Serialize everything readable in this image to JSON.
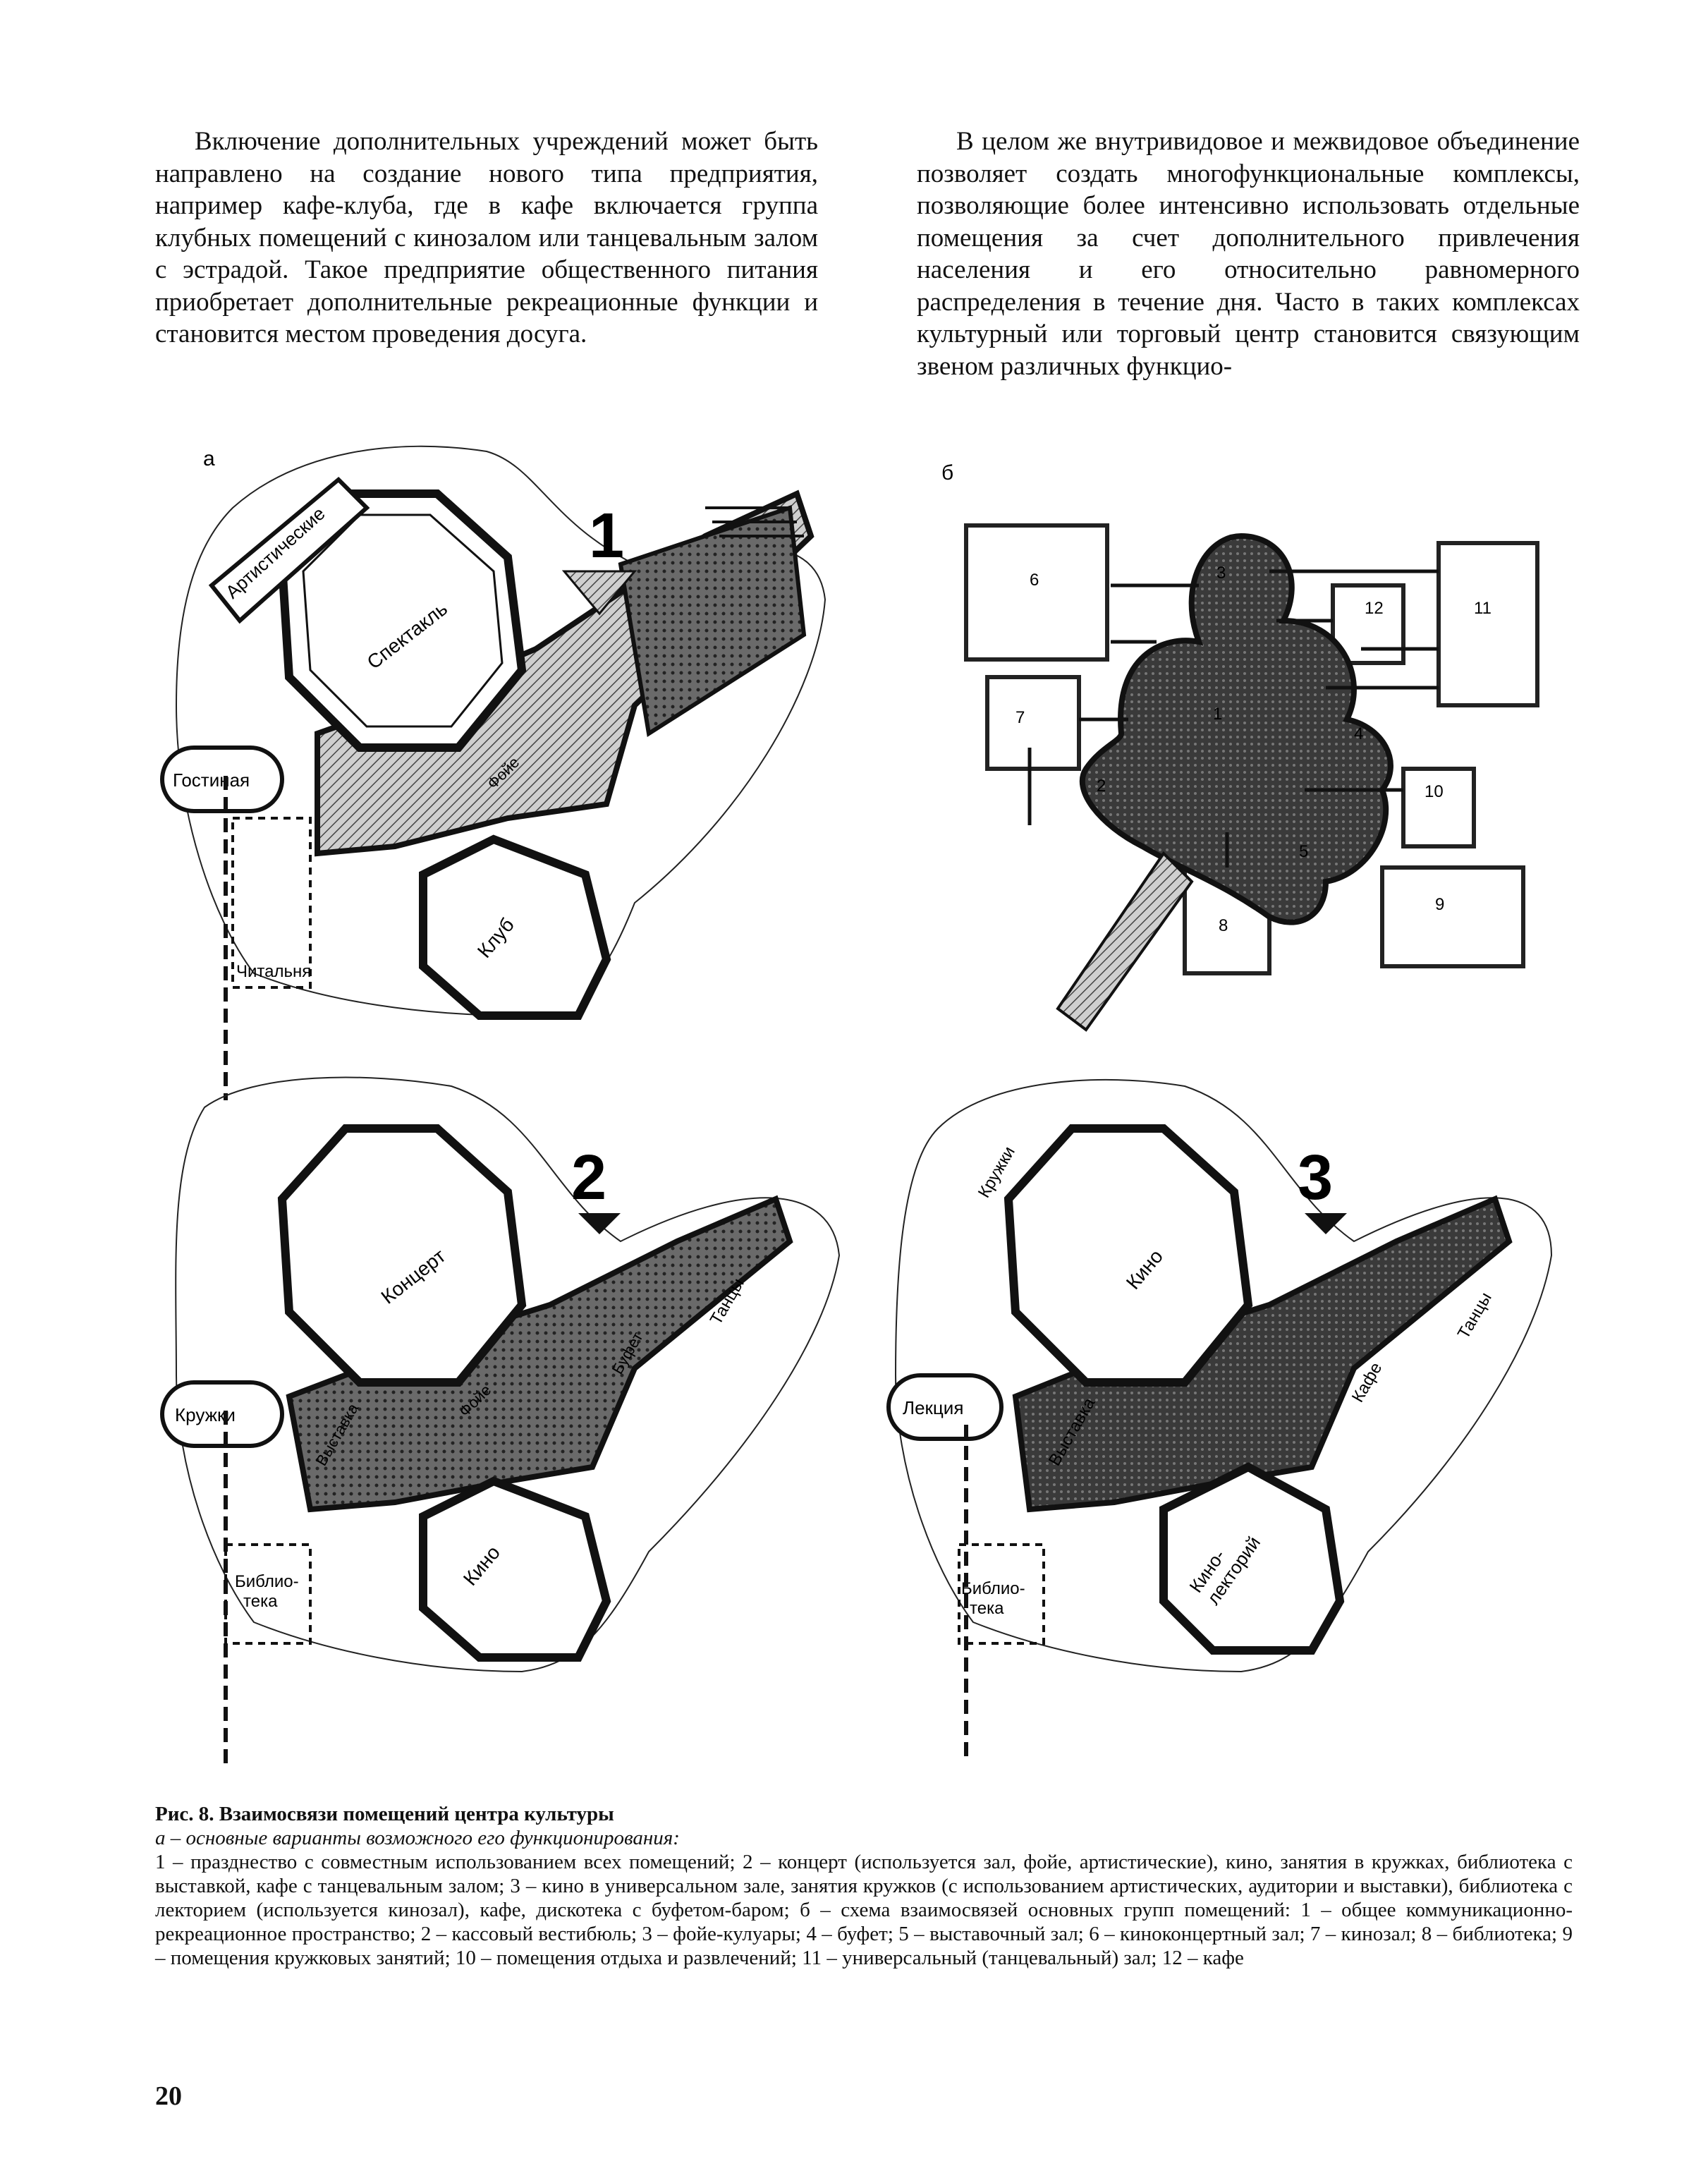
{
  "text": {
    "left": "Включение дополнительных учреждений может быть направлено на создание нового типа предприятия, например кафе-клуба,  где в кафе включается группа клубных помещений с кинозалом или танцевальным залом с эстрадой. Такое предприятие общественного питания приобретает дополнительные рекреационные функции и становится местом проведения досуга.",
    "right": "В целом же внутривидовое и межвидовое объединение позволяет создать многофункциональные комплексы, позволяющие более интенсивно использовать отдельные помещения за счет дополнительного привлечения населения и его относительно равномерного распределения в течение дня. Часто в таких комплексах культурный или торговый центр становится связующим звеном различных функцио-"
  },
  "figure": {
    "panel_a_letter": "а",
    "panel_b_letter": "б",
    "plan1": {
      "number": "1",
      "labels": {
        "artists": "Артистические",
        "main_hall": "Спектакль",
        "lounge": "Гостиная",
        "foyer": "Фойе",
        "club": "Клуб",
        "reading": "Читальня"
      }
    },
    "plan2": {
      "number": "2",
      "labels": {
        "main_hall": "Концерт",
        "circles": "Кружки",
        "exhibit": "Выставка",
        "foyer": "Фойе",
        "buffet": "Буфет",
        "dance": "Танцы",
        "cinema": "Кино",
        "library": "Библио-\nтека"
      }
    },
    "plan3": {
      "number": "3",
      "labels": {
        "circles": "Кружки",
        "main_hall": "Кино",
        "lecture": "Лекция",
        "exhibit": "Выставка",
        "cafe": "Кафе",
        "dance": "Танцы",
        "lectorium": "Кино-\nлекторий",
        "library": "Библио-\nтека"
      }
    },
    "scheme_numbers": [
      "1",
      "2",
      "3",
      "4",
      "5",
      "6",
      "7",
      "8",
      "9",
      "10",
      "11",
      "12"
    ]
  },
  "caption": {
    "title": "Рис. 8. Взаимосвязи помещений центра культуры",
    "sub": "а – основные варианты возможного его функционирования:",
    "body": "1 – празднество с совместным использованием всех помещений; 2 – концерт (используется зал, фойе, артистические), кино, занятия в кружках, библиотека с выставкой, кафе с танцевальным залом; 3 – кино в универсальном зале, занятия кружков (с использованием артистических, аудитории и выставки), библиотека с лекторием (используется кинозал), кафе, дискотека с буфетом-баром; б – схема взаимосвязей основных групп помещений: 1 – общее коммуникационно-рекреационное пространство; 2 – кассовый вестибюль; 3 – фойе-кулуары; 4 – буфет; 5 – выставочный зал; 6 – киноконцертный зал; 7 – кинозал; 8 – библиотека; 9 – помещения кружковых занятий; 10 – помещения отдыха и развлечений; 11 – универсальный (танцевальный) зал; 12 – кафе"
  },
  "page_number": "20"
}
